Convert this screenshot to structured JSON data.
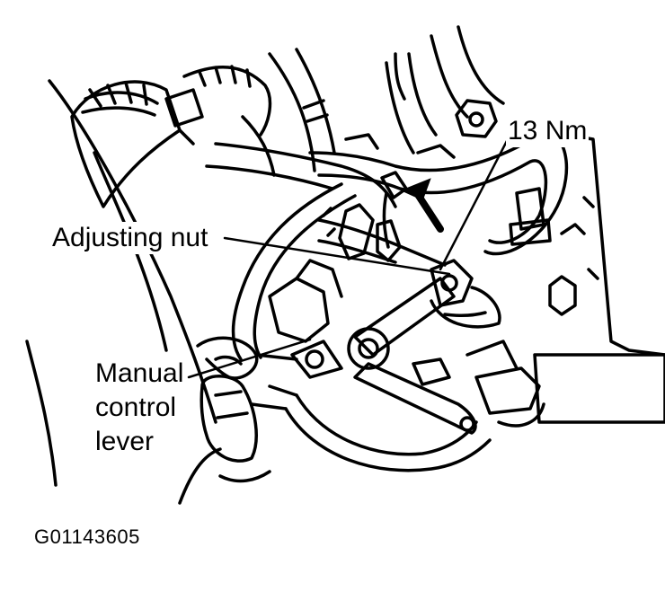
{
  "labels": {
    "torque": "13 Nm",
    "adjusting_nut": "Adjusting nut",
    "manual_control_lever": [
      "Manual",
      "control",
      "lever"
    ]
  },
  "figure_id": "G01143605",
  "colors": {
    "ink": "#000000",
    "background": "#ffffff"
  }
}
